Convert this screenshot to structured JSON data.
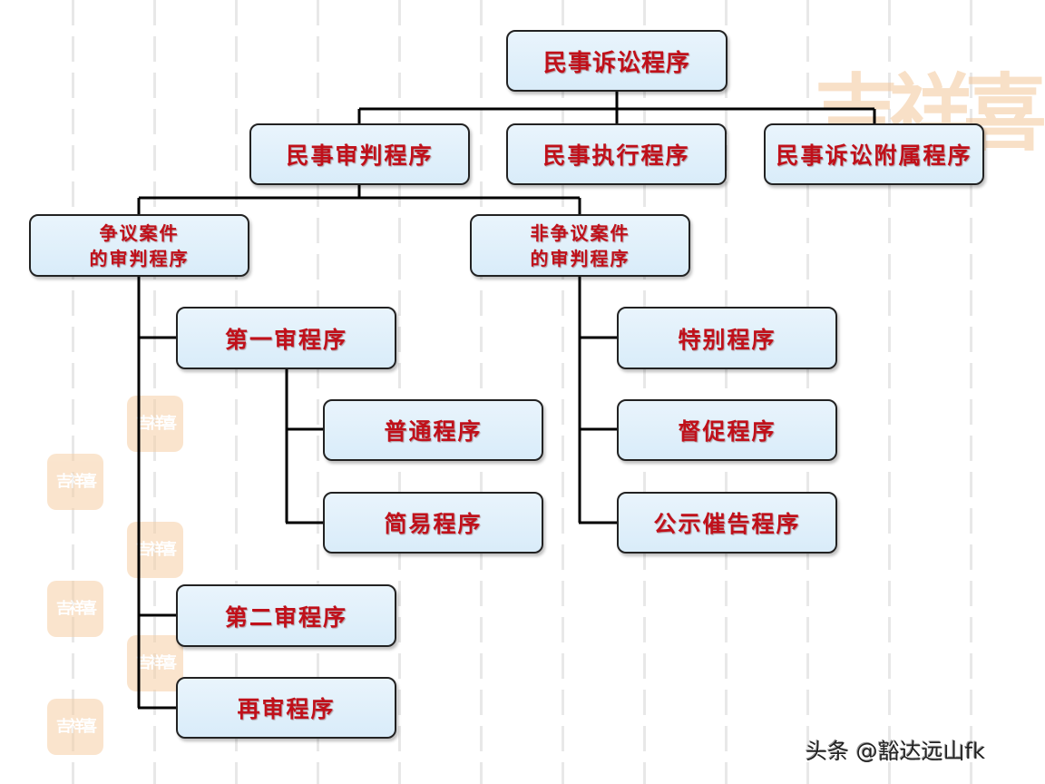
{
  "diagram": {
    "root": "民事诉讼程序",
    "level1": [
      "民事审判程序",
      "民事执行程序",
      "民事诉讼附属程序"
    ],
    "trial_branches": [
      "争议案件\n的审判程序",
      "非争议案件\n的审判程序"
    ],
    "contentious_children": {
      "first_instance": "第一审程序",
      "first_instance_children": [
        "普通程序",
        "简易程序"
      ],
      "second_instance": "第二审程序",
      "retrial": "再审程序"
    },
    "non_contentious_children": [
      "特别程序",
      "督促程序",
      "公示催告程序"
    ]
  },
  "watermarks": {
    "large": "吉祥喜",
    "seal": "吉祥喜"
  },
  "footer": {
    "credit": "头条 @豁达远山fk"
  },
  "colors": {
    "node_text": "#c0101a",
    "node_fill": "#dcedf9",
    "node_border": "#222222",
    "connector": "#000000",
    "watermark": "#f3c79a"
  }
}
